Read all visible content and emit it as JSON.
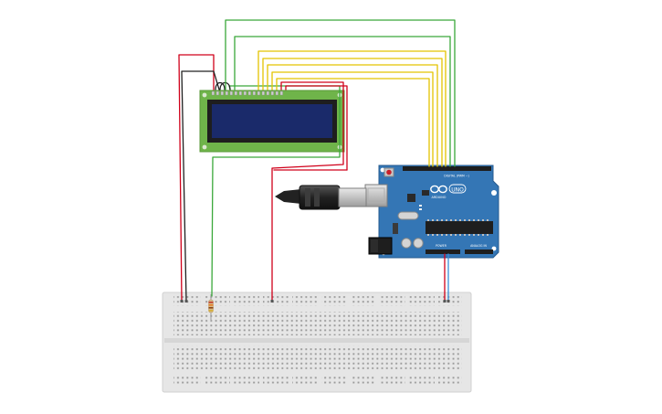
{
  "colors": {
    "background": "#ffffff",
    "wire_red": "#d0001a",
    "wire_black": "#202020",
    "wire_green": "#3aa83a",
    "wire_yellow": "#e3c400",
    "wire_blue": "#3a8ed8",
    "lcd_board": "#6fb44a",
    "lcd_screen": "#1a2a6a",
    "arduino_board": "#3476b5",
    "breadboard": "#e8e8e8"
  },
  "arduino": {
    "brand": "ARDUINO",
    "model": "UNO",
    "digital_label": "DIGITAL (PWM ~)",
    "power_label": "POWER",
    "analog_label": "ANALOG IN"
  },
  "icons": {
    "arduino_logo": "infinity-logo-icon",
    "usb_cable": "usb-b-cable-icon"
  }
}
